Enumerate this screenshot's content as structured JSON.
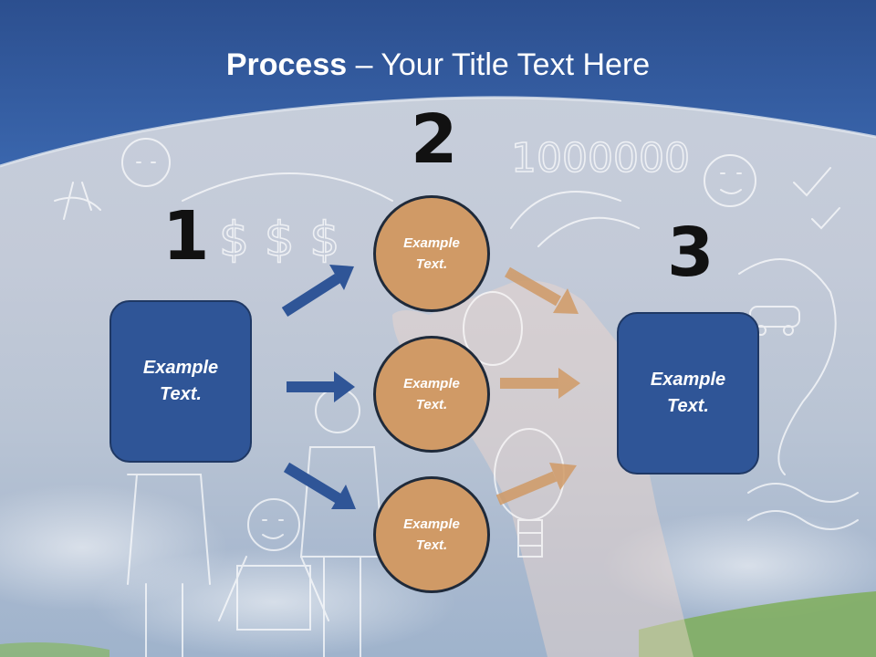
{
  "title": {
    "bold": "Process",
    "rest": " – Your Title Text Here"
  },
  "steps": [
    {
      "number": "1",
      "text_line1": "Example",
      "text_line2": "Text."
    },
    {
      "number": "2"
    },
    {
      "number": "3",
      "text_line1": "Example",
      "text_line2": "Text."
    }
  ],
  "circles": [
    {
      "line1": "Example",
      "line2": "Text."
    },
    {
      "line1": "Example",
      "line2": "Text."
    },
    {
      "line1": "Example",
      "line2": "Text."
    }
  ],
  "colors": {
    "box": "#2f5597",
    "circle": "#d09a66",
    "arrow_blue": "#2f5597",
    "arrow_orange": "#d09a66",
    "header": "#2f5597"
  }
}
